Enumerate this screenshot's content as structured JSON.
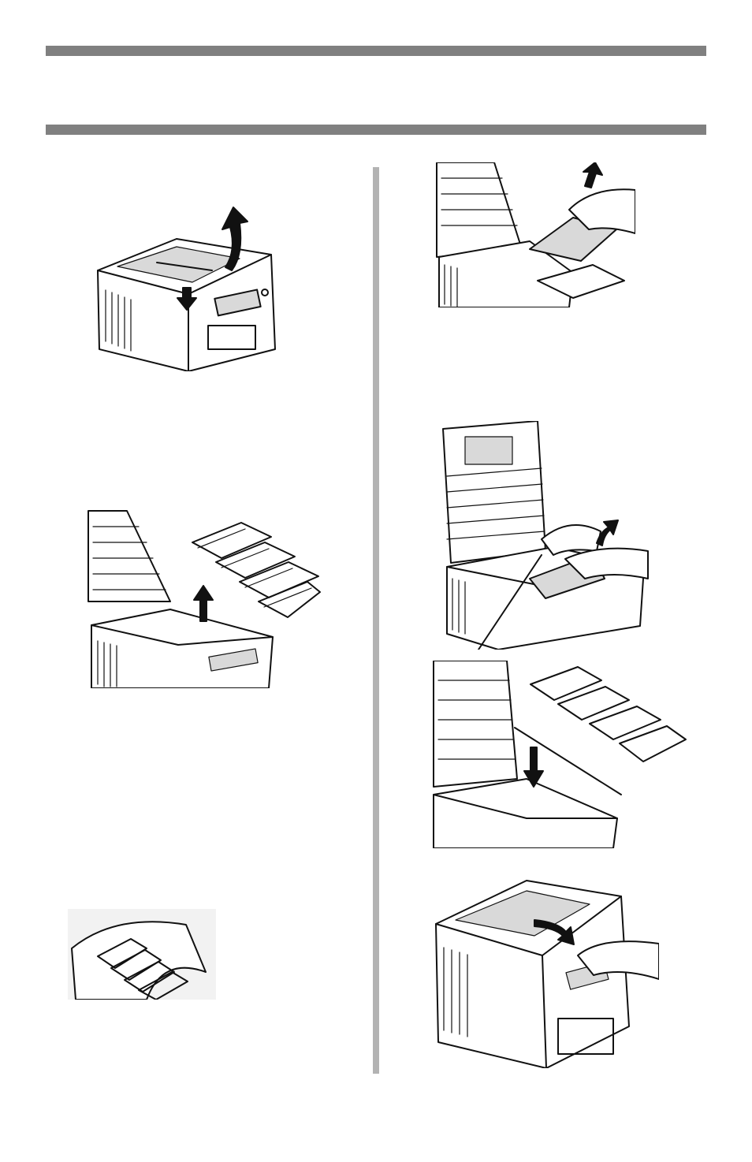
{
  "page": {
    "header_rule_top": "",
    "header_rule_bottom": ""
  },
  "figures": {
    "step1": "open-top-cover",
    "step2": "remove-image-drums",
    "step3": "cover-drums-with-paper",
    "step4": "remove-jammed-sheet-front",
    "step5": "remove-paper-from-fuser",
    "step6": "reinstall-image-drums",
    "step7": "close-top-cover"
  },
  "colors": {
    "rule": "#808080",
    "divider": "#b3b3b3"
  }
}
